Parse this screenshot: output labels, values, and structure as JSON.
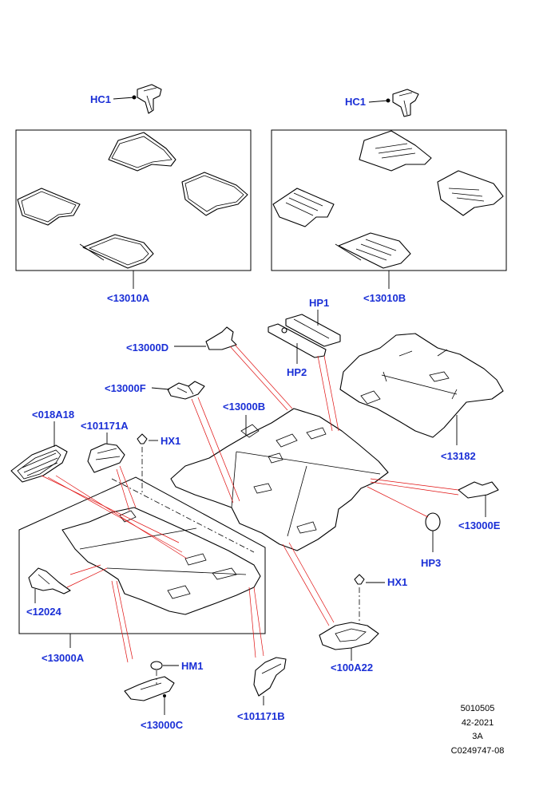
{
  "callouts": {
    "hc1_left": "HC1",
    "hc1_right": "HC1",
    "mats_a": "<13010A",
    "mats_b": "<13010B",
    "hp1": "HP1",
    "hp2": "HP2",
    "c13000d": "<13000D",
    "c13000f": "<13000F",
    "c13000b": "<13000B",
    "c018a18": "<018A18",
    "c101171a": "<101171A",
    "hx1_top": "HX1",
    "c13182": "<13182",
    "c13000e": "<13000E",
    "hp3": "HP3",
    "c12024": "<12024",
    "c13000a": "<13000A",
    "hm1": "HM1",
    "c13000c": "<13000C",
    "c101171b": "<101171B",
    "hx1_bottom": "HX1",
    "c100a22": "<100A22"
  },
  "reference": {
    "line1": "5010505",
    "line2": "42-2021",
    "line3": "3A",
    "line4": "C0249747-08"
  },
  "colors": {
    "label": "#1a2fd6",
    "leader_red": "#e01010",
    "line": "#000000"
  }
}
